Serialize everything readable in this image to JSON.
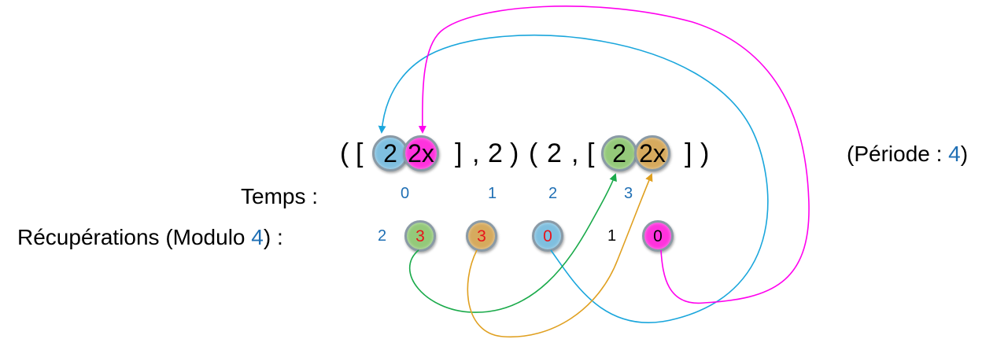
{
  "colors": {
    "blue_ball": "#7fbfdf",
    "magenta_ball": "#ff33dd",
    "green_ball": "#94c97a",
    "orange_ball": "#d6aa5e",
    "arrow_blue": "#1aa6dc",
    "arrow_magenta": "#ff00ee",
    "arrow_green": "#1aaa4a",
    "arrow_orange": "#e0a020",
    "label_blue": "#1f6fb4",
    "digit_red": "#e8141b"
  },
  "sequence": {
    "open_paren": "(",
    "open_bracket_1": "[",
    "ball_a": "2",
    "ball_b": "2x",
    "close_bracket_1": "]",
    "comma_1": ",",
    "num_1": "2",
    "close_paren_1": ")",
    "open_paren_2": "(",
    "num_2": "2",
    "comma_2": ",",
    "open_bracket_2": "[",
    "ball_c": "2",
    "ball_d": "2x",
    "close_bracket_2": "]",
    "close_paren_2": ")"
  },
  "period": {
    "prefix": "(Période : ",
    "value": "4",
    "suffix": ")"
  },
  "temps": {
    "label": "Temps :",
    "values": [
      "0",
      "1",
      "2",
      "3"
    ]
  },
  "recuperations": {
    "label_prefix": "Récupérations (Modulo ",
    "modulo": "4",
    "label_suffix": ") :",
    "items": [
      "2",
      "3",
      "3",
      "0",
      "1",
      "0"
    ]
  }
}
